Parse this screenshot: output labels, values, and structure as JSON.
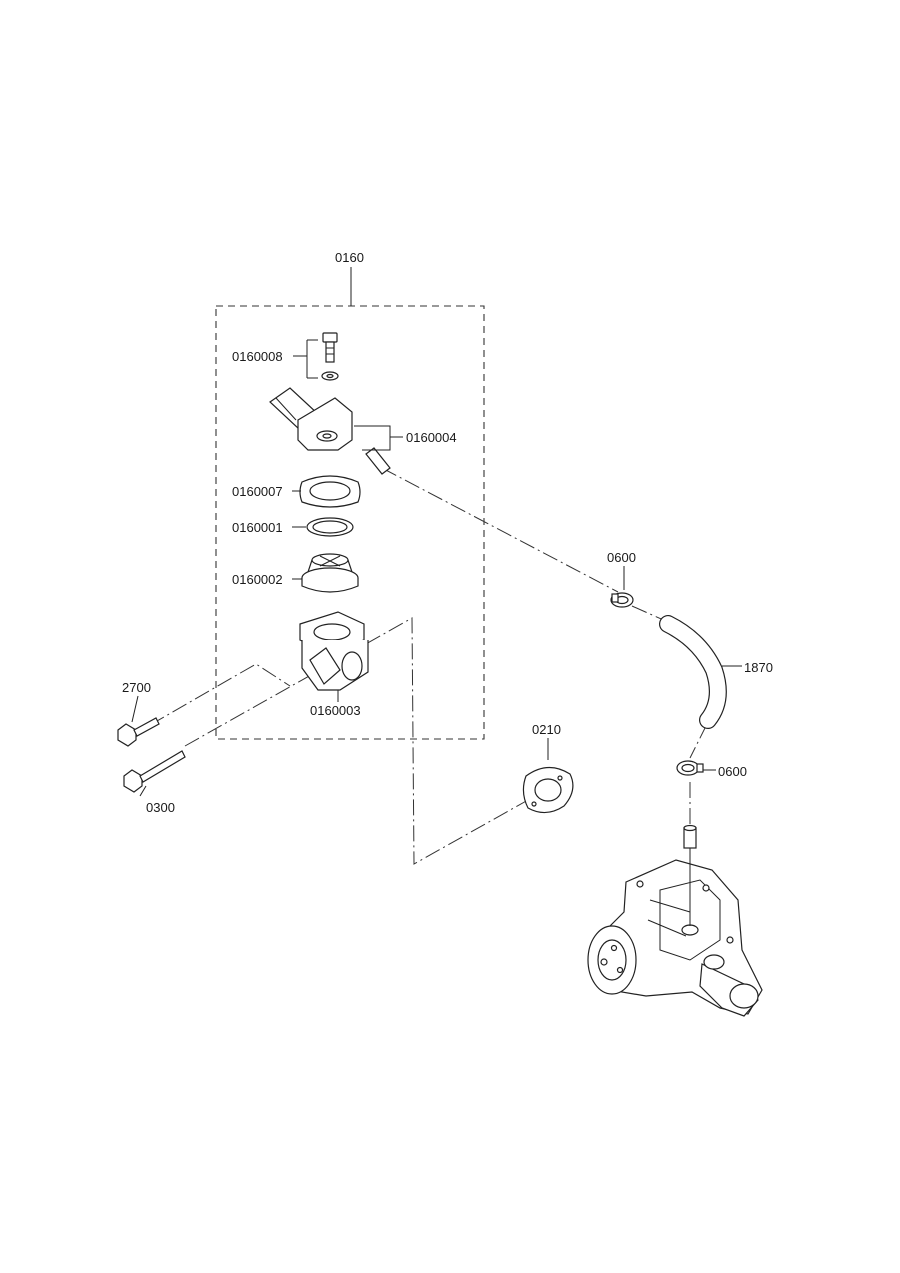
{
  "diagram": {
    "labels": {
      "assembly": "0160",
      "bolt_kit": "0160008",
      "cover": "0160004",
      "gasket_upper": "0160007",
      "ring": "0160001",
      "thermostat": "0160002",
      "housing": "0160003",
      "bolt_short": "2700",
      "bolt_long": "0300",
      "clamp_upper": "0600",
      "hose": "1870",
      "clamp_lower": "0600",
      "gasket_lower": "0210"
    }
  }
}
